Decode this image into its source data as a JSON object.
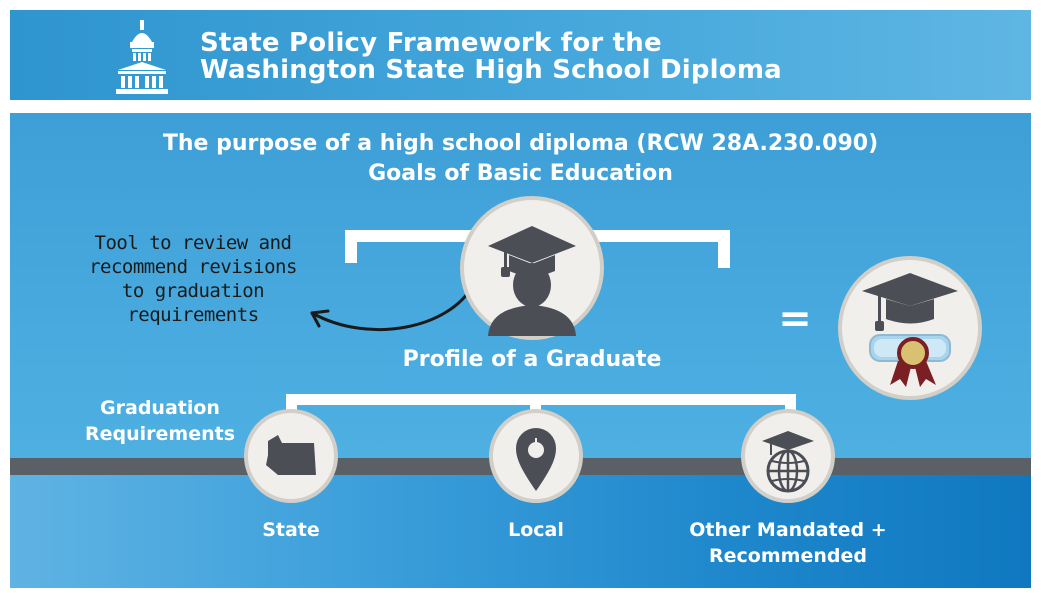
{
  "header": {
    "title_line1": "State Policy Framework for the",
    "title_line2": "Washington State High School Diploma",
    "icon": "capitol-building-icon"
  },
  "purpose": {
    "line1": "The purpose of a high school diploma (RCW 28A.230.090)",
    "line2": "Goals of Basic Education"
  },
  "tool_note": {
    "line1": "Tool to review and",
    "line2": "recommend revisions",
    "line3": "to graduation",
    "line4": "requirements"
  },
  "profile": {
    "label": "Profile of a Graduate",
    "icon": "graduate-avatar-icon"
  },
  "equals_sign": "=",
  "diploma": {
    "icon": "diploma-cap-ribbon-icon"
  },
  "graduation_requirements": {
    "line1": "Graduation",
    "line2": "Requirements"
  },
  "requirements": [
    {
      "label": "State",
      "icon": "washington-state-map-icon"
    },
    {
      "label": "Local",
      "icon": "apple-location-pin-icon"
    },
    {
      "label_line1": "Other Mandated +",
      "label_line2": "Recommended",
      "icon": "globe-graduation-cap-icon"
    }
  ],
  "colors": {
    "header_blue": "#3a9ed6",
    "main_blue": "#45a7dc",
    "dark_gray": "#5b5f66",
    "circle_fill": "#f1efec",
    "circle_ring": "#cfcbc5"
  }
}
